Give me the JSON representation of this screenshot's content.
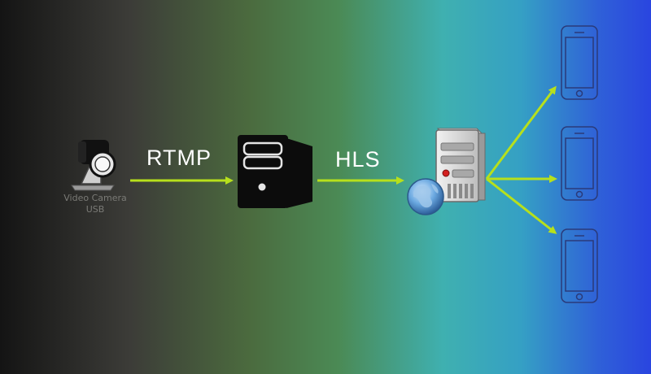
{
  "camera": {
    "line1": "Video Camera",
    "line2": "USB"
  },
  "protocols": {
    "ingest": "RTMP",
    "delivery": "HLS"
  },
  "colors": {
    "arrow": "#b7e01c",
    "phone_outline": "#2a3a7a"
  },
  "icons": {
    "camera": "webcam-icon",
    "encoder": "desktop-tower-icon",
    "server": "server-icon",
    "globe": "globe-icon",
    "phone": "smartphone-icon"
  }
}
